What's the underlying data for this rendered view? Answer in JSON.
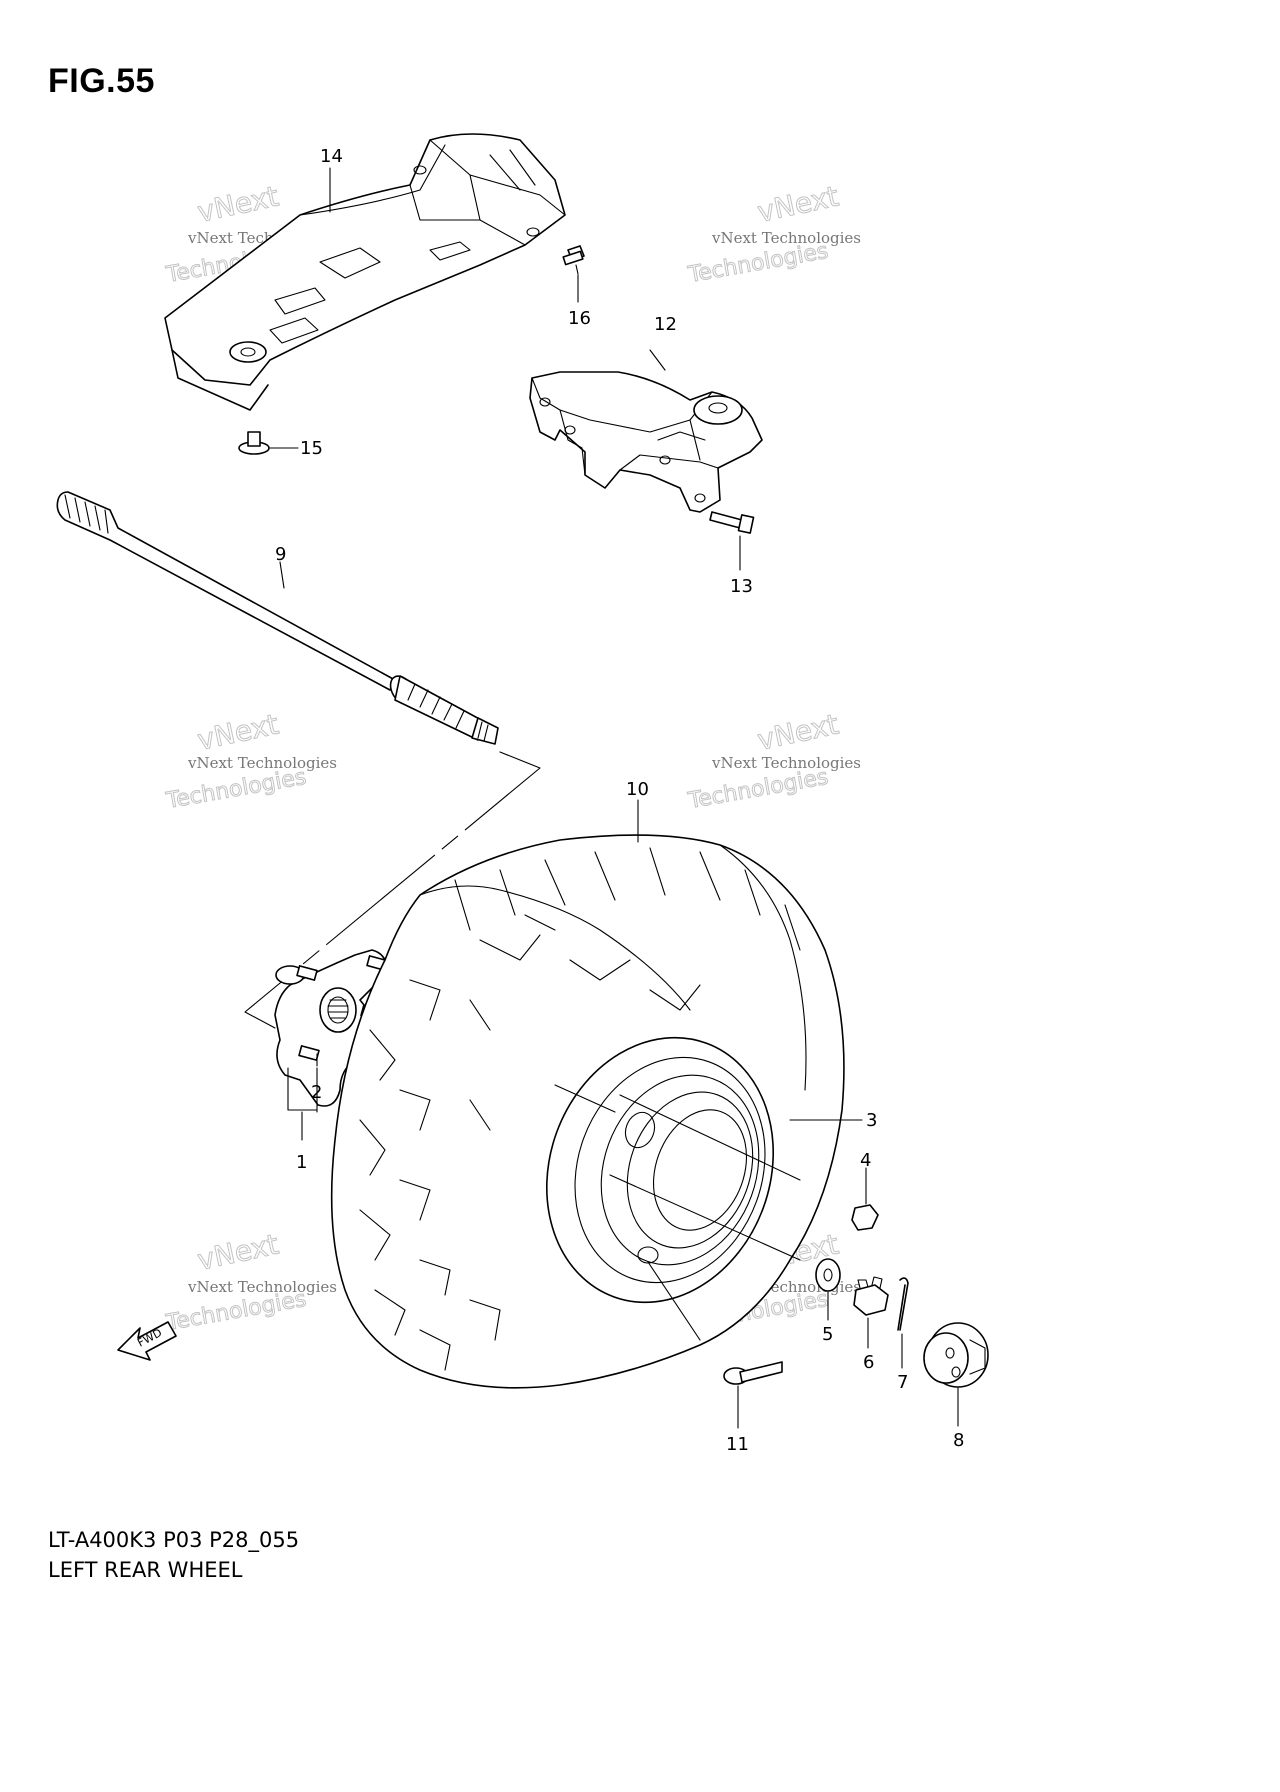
{
  "figure": {
    "title": "FIG.55"
  },
  "footer": {
    "code": "LT-A400K3 P03 P28_055",
    "name": "LEFT REAR WHEEL"
  },
  "watermark": {
    "line1": "vNext Technologies",
    "line2": "vNext",
    "line3": "Technologies"
  },
  "fwd_label": "FWD",
  "callouts": {
    "c1": "1",
    "c2": "2",
    "c3": "3",
    "c4": "4",
    "c5": "5",
    "c6": "6",
    "c7": "7",
    "c8": "8",
    "c9": "9",
    "c10": "10",
    "c11": "11",
    "c12": "12",
    "c13": "13",
    "c14": "14",
    "c15": "15",
    "c16": "16"
  }
}
